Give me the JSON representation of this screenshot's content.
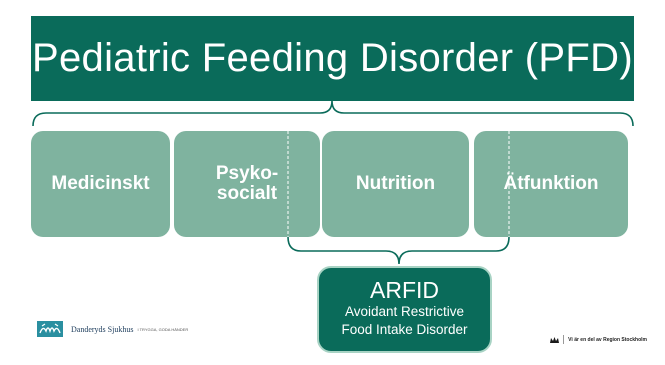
{
  "title": "Pediatric Feeding Disorder (PFD)",
  "domains": [
    {
      "label_line1": "Medicinskt",
      "label_line2": ""
    },
    {
      "label_line1": "Psyko-",
      "label_line2": "socialt"
    },
    {
      "label_line1": "Nutrition",
      "label_line2": ""
    },
    {
      "label_line1": "Ätfunktion",
      "label_line2": ""
    }
  ],
  "arfid": {
    "title": "ARFID",
    "line1": "Avoidant Restrictive",
    "line2": "Food Intake Disorder"
  },
  "footer": {
    "hospital_name": "Danderyds Sjukhus",
    "hospital_tagline": "I TRYGGA, GODA HÄNDER",
    "region_text": "Vi är en del av Region Stockholm"
  },
  "colors": {
    "dark_green": "#0a6b5a",
    "light_green": "#7fb39f",
    "bracket_green": "#0a6b5a"
  }
}
